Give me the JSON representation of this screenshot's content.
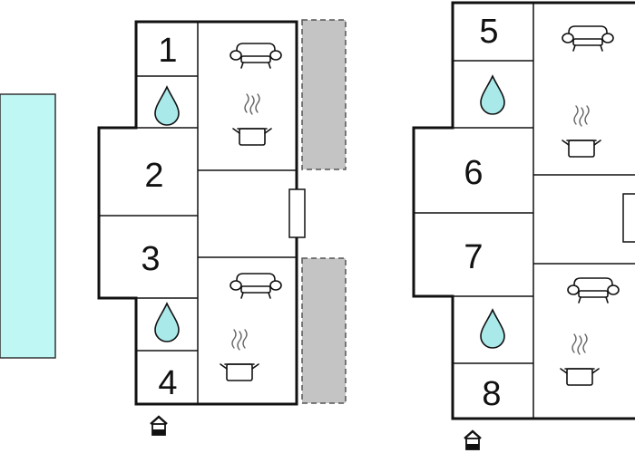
{
  "colors": {
    "pool": "#bff7f5",
    "water_drop": "#a9e9ea",
    "terrace": "#c4c4c4",
    "wall": "#111111"
  },
  "units": [
    {
      "name": "left-unit",
      "rooms": [
        {
          "id": "room-1",
          "number": "1",
          "type": "bedroom"
        },
        {
          "id": "room-2",
          "number": "2",
          "type": "bedroom"
        },
        {
          "id": "room-3",
          "number": "3",
          "type": "bedroom"
        },
        {
          "id": "room-4",
          "number": "4",
          "type": "bedroom"
        }
      ]
    },
    {
      "name": "right-unit",
      "rooms": [
        {
          "id": "room-5",
          "number": "5",
          "type": "bedroom"
        },
        {
          "id": "room-6",
          "number": "6",
          "type": "bedroom"
        },
        {
          "id": "room-7",
          "number": "7",
          "type": "bedroom"
        },
        {
          "id": "room-8",
          "number": "8",
          "type": "bedroom"
        }
      ]
    }
  ],
  "icons": [
    "sofa-icon",
    "cooking-pot-icon",
    "water-drop-icon",
    "entrance-icon"
  ]
}
